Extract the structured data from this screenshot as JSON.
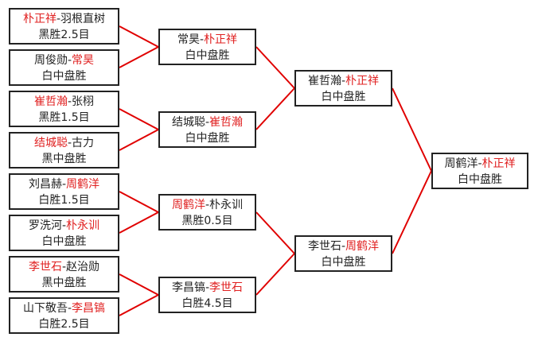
{
  "colors": {
    "winner": "#e02020",
    "line": "#e00000"
  },
  "round1": [
    {
      "p1": "朴正祥",
      "p2": "羽根直树",
      "winner": 1,
      "result": "黑胜2.5目"
    },
    {
      "p1": "周俊勋",
      "p2": "常昊",
      "winner": 2,
      "result": "白中盘胜"
    },
    {
      "p1": "崔哲瀚",
      "p2": "张栩",
      "winner": 1,
      "result": "黑胜1.5目"
    },
    {
      "p1": "结城聪",
      "p2": "古力",
      "winner": 1,
      "result": "黑中盘胜"
    },
    {
      "p1": "刘昌赫",
      "p2": "周鹤洋",
      "winner": 2,
      "result": "白胜1.5目"
    },
    {
      "p1": "罗洗河",
      "p2": "朴永训",
      "winner": 2,
      "result": "白中盘胜"
    },
    {
      "p1": "李世石",
      "p2": "赵治勋",
      "winner": 1,
      "result": "黑中盘胜"
    },
    {
      "p1": "山下敬吾",
      "p2": "李昌镐",
      "winner": 2,
      "result": "白胜2.5目"
    }
  ],
  "round2": [
    {
      "p1": "常昊",
      "p2": "朴正祥",
      "winner": 2,
      "result": "白中盘胜"
    },
    {
      "p1": "结城聪",
      "p2": "崔哲瀚",
      "winner": 2,
      "result": "白中盘胜"
    },
    {
      "p1": "周鹤洋",
      "p2": "朴永训",
      "winner": 1,
      "result": "黑胜0.5目"
    },
    {
      "p1": "李昌镐",
      "p2": "李世石",
      "winner": 2,
      "result": "白胜4.5目"
    }
  ],
  "round3": [
    {
      "p1": "崔哲瀚",
      "p2": "朴正祥",
      "winner": 2,
      "result": "白中盘胜"
    },
    {
      "p1": "李世石",
      "p2": "周鹤洋",
      "winner": 2,
      "result": "白中盘胜"
    }
  ],
  "final": [
    {
      "p1": "周鹤洋",
      "p2": "朴正祥",
      "winner": 2,
      "result": "白中盘胜"
    }
  ],
  "separator": "-"
}
